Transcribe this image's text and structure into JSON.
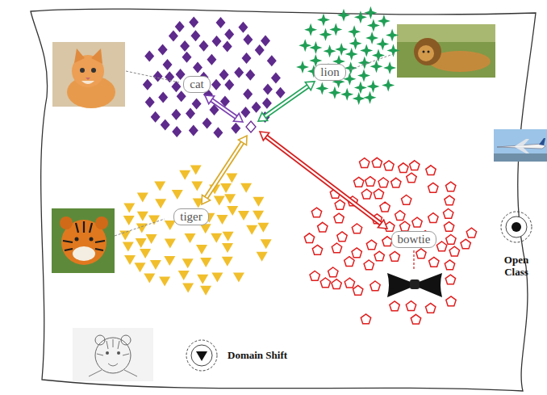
{
  "diagram": {
    "nodes": [
      {
        "text": [
          "cat"
        ]
      },
      {
        "text": [
          "lion"
        ]
      },
      {
        "text": [
          "tiger"
        ]
      },
      {
        "text": [
          "bowtie"
        ]
      }
    ],
    "labels": [
      "Open Class",
      "Domain Shift"
    ]
  }
}
